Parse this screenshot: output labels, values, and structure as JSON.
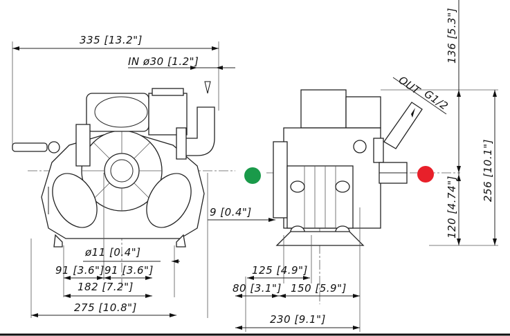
{
  "dimensions": {
    "overall_width_top": "335 [13.2\"]",
    "inlet": "IN ø30 [1.2\"]",
    "outlet_label": "OUT",
    "outlet_thread": "G1/2",
    "height_top": "136 [5.3\"]",
    "height_shaft": "120 [4.74\"]",
    "height_total": "256 [10.1\"]",
    "shaft_offset": "9 [0.4\"]",
    "mount_hole": "ø11 [0.4\"]",
    "half_base_left": "91 [3.6\"]",
    "half_base_right": "91 [3.6\"]",
    "base_width": "182 [7.2\"]",
    "front_width": "275 [10.8\"]",
    "side_base": "125 [4.9\"]",
    "side_front": "80 [3.1\"]",
    "side_rear": "150 [5.9\"]",
    "side_width": "230 [9.1\"]"
  },
  "markers": {
    "front_color": "#1a9a4a",
    "side_color": "#e8202a"
  }
}
